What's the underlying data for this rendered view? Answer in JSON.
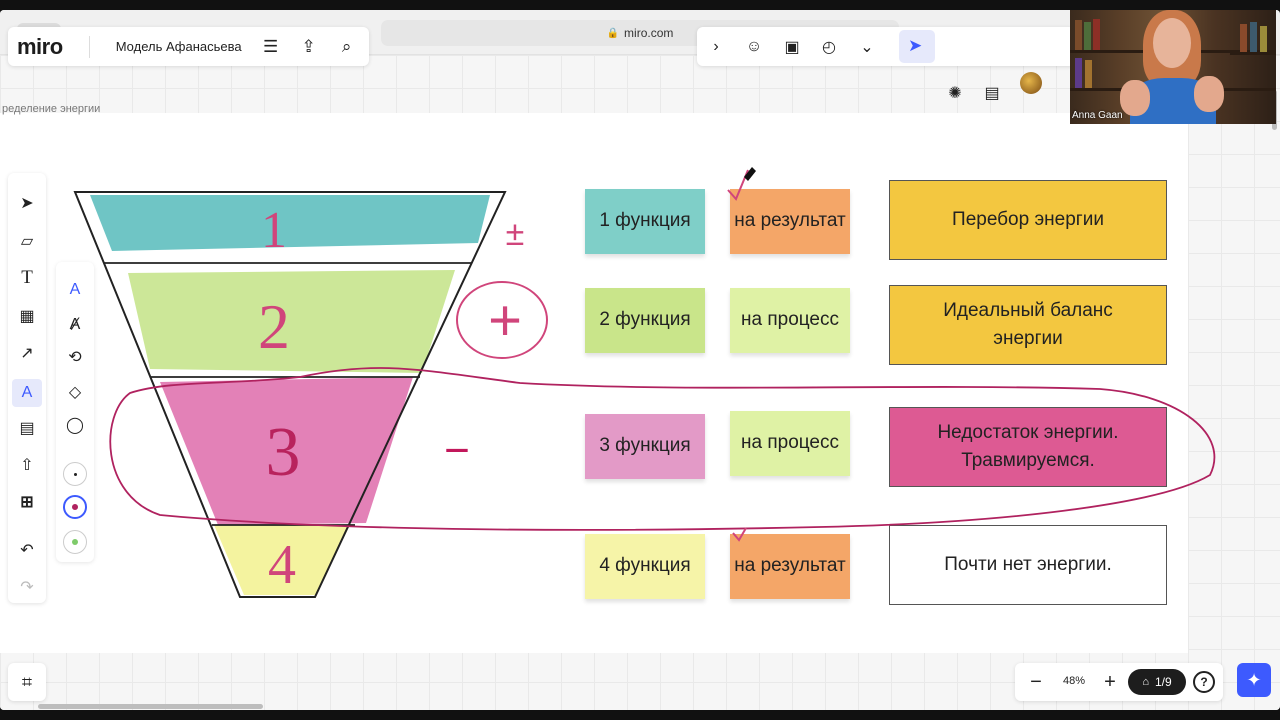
{
  "browser": {
    "url": "miro.com"
  },
  "app": {
    "logo": "miro",
    "board_title": "Модель Афанасьева",
    "frame_label": "ределение энергии"
  },
  "stickies": [
    {
      "label": "1 функция",
      "color": "#7fcfc8"
    },
    {
      "label": "на результат",
      "color": "#f4a668"
    },
    {
      "label": "2 функция",
      "color": "#c9e58a"
    },
    {
      "label": "на процесс",
      "color": "#dff2a5"
    },
    {
      "label": "3 функция",
      "color": "#e39ac7"
    },
    {
      "label": "на процесс",
      "color": "#dff2a5"
    },
    {
      "label": "4 функция",
      "color": "#f6f4a8"
    },
    {
      "label": "на результат",
      "color": "#f4a668"
    }
  ],
  "cards": [
    {
      "label": "Перебор энергии",
      "color": "#f3c740"
    },
    {
      "label": "Идеальный баланс энергии",
      "color": "#f3c740"
    },
    {
      "label": "Недостаток энергии. Травмируемся.",
      "color": "#dd5a93"
    },
    {
      "label": "Почти нет энергии.",
      "color": "#ffffff"
    }
  ],
  "funnel": {
    "numbers": [
      "1",
      "2",
      "3",
      "4"
    ],
    "marks": [
      "±",
      "+",
      "−"
    ]
  },
  "zoom": {
    "level": "48%"
  },
  "pages": {
    "indicator": "1/9"
  },
  "webcam": {
    "name": "Anna Gaan"
  },
  "colors": {
    "accent": "#3d5afe",
    "ink": "#c2185b"
  }
}
